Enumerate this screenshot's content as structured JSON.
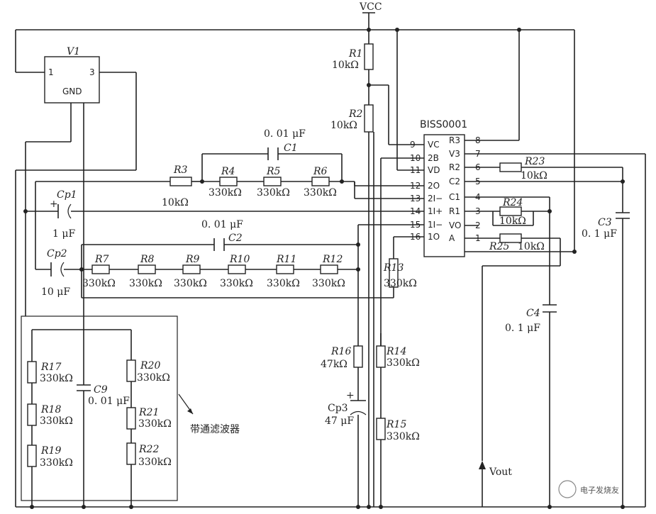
{
  "supply": {
    "vcc": "VCC"
  },
  "v1": {
    "name": "V1",
    "pin1": "1",
    "pin3": "3",
    "gnd": "GND"
  },
  "chip": {
    "name": "BISS0001",
    "left_pins": [
      {
        "num": "9",
        "label": "VC"
      },
      {
        "num": "10",
        "label": "2B"
      },
      {
        "num": "11",
        "label": "VD"
      },
      {
        "num": "12",
        "label": "2O"
      },
      {
        "num": "13",
        "label": "2I−"
      },
      {
        "num": "14",
        "label": "1I+"
      },
      {
        "num": "15",
        "label": "1I−"
      },
      {
        "num": "16",
        "label": "1O"
      }
    ],
    "right_pins": [
      {
        "num": "8",
        "label": "R3"
      },
      {
        "num": "7",
        "label": "V3"
      },
      {
        "num": "6",
        "label": "R2"
      },
      {
        "num": "5",
        "label": "C2"
      },
      {
        "num": "4",
        "label": "C1"
      },
      {
        "num": "3",
        "label": "R1"
      },
      {
        "num": "2",
        "label": "VO"
      },
      {
        "num": "1",
        "label": "A"
      }
    ]
  },
  "resistors": {
    "r1": {
      "name": "R1",
      "value": "10kΩ"
    },
    "r2": {
      "name": "R2",
      "value": "10kΩ"
    },
    "r3": {
      "name": "R3",
      "value": "10kΩ"
    },
    "r4": {
      "name": "R4",
      "value": "330kΩ"
    },
    "r5": {
      "name": "R5",
      "value": "330kΩ"
    },
    "r6": {
      "name": "R6",
      "value": "330kΩ"
    },
    "r7": {
      "name": "R7",
      "value": "330kΩ"
    },
    "r8": {
      "name": "R8",
      "value": "330kΩ"
    },
    "r9": {
      "name": "R9",
      "value": "330kΩ"
    },
    "r10": {
      "name": "R10",
      "value": "330kΩ"
    },
    "r11": {
      "name": "R11",
      "value": "330kΩ"
    },
    "r12": {
      "name": "R12",
      "value": "330kΩ"
    },
    "r13": {
      "name": "R13",
      "value": "330kΩ"
    },
    "r14": {
      "name": "R14",
      "value": "330kΩ"
    },
    "r15": {
      "name": "R15",
      "value": "330kΩ"
    },
    "r16": {
      "name": "R16",
      "value": "47kΩ"
    },
    "r17": {
      "name": "R17",
      "value": "330kΩ"
    },
    "r18": {
      "name": "R18",
      "value": "330kΩ"
    },
    "r19": {
      "name": "R19",
      "value": "330kΩ"
    },
    "r20": {
      "name": "R20",
      "value": "330kΩ"
    },
    "r21": {
      "name": "R21",
      "value": "330kΩ"
    },
    "r22": {
      "name": "R22",
      "value": "330kΩ"
    },
    "r23": {
      "name": "R23",
      "value": "10kΩ"
    },
    "r24": {
      "name": "R24",
      "value": "10kΩ"
    },
    "r25": {
      "name": "R25",
      "value": "10kΩ"
    }
  },
  "capacitors": {
    "c1": {
      "name": "C1",
      "value": "0. 01 μF"
    },
    "c2": {
      "name": "C2",
      "value": "0. 01 μF"
    },
    "c3": {
      "name": "C3",
      "value": "0. 1 μF"
    },
    "c4": {
      "name": "C4",
      "value": "0. 1 μF"
    },
    "c9": {
      "name": "C9",
      "value": "0. 01 μF"
    },
    "cp1": {
      "name": "Cp1",
      "value": "1 μF"
    },
    "cp2": {
      "name": "Cp2",
      "value": "10 μF"
    },
    "cp3": {
      "name": "Cp3",
      "value": "47 μF"
    }
  },
  "bandpass_label": "带通滤波器",
  "vout_label": "Vout",
  "watermark": "电子发烧友"
}
